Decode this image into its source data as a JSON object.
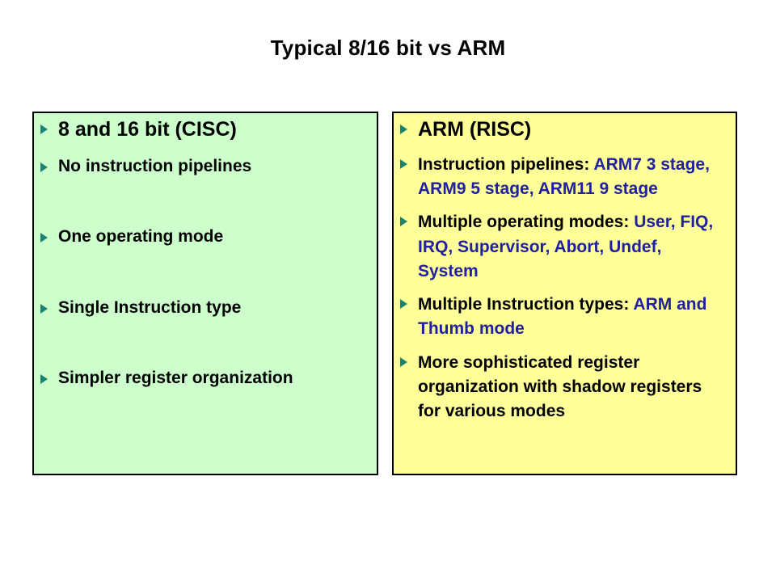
{
  "title": "Typical 8/16 bit vs ARM",
  "colors": {
    "left_panel_bg": "#ccffcc",
    "right_panel_bg": "#ffff99",
    "bullet_arrow": "#1e8270",
    "highlight_blue": "#2020a0",
    "panel_border": "#000000",
    "text": "#000000"
  },
  "bullet_icon": "triangle-right-icon",
  "left_panel": {
    "heading": "8 and 16 bit (CISC)",
    "items": [
      "No instruction pipelines",
      "One operating mode",
      "Single Instruction type",
      "Simpler register organization"
    ]
  },
  "right_panel": {
    "heading": "ARM (RISC)",
    "items": [
      {
        "segments": [
          {
            "text": "Instruction pipelines: ",
            "color": "black"
          },
          {
            "text": "ARM7 3 stage, ARM9 5 stage, ARM11 9 stage",
            "color": "blue"
          }
        ]
      },
      {
        "segments": [
          {
            "text": "Multiple operating modes: ",
            "color": "black"
          },
          {
            "text": "User, FIQ, IRQ, Supervisor, Abort, Undef, System",
            "color": "blue"
          }
        ]
      },
      {
        "segments": [
          {
            "text": "Multiple Instruction types: ",
            "color": "black"
          },
          {
            "text": "ARM and Thumb mode",
            "color": "blue"
          }
        ]
      },
      {
        "segments": [
          {
            "text": "More sophisticated register organization with shadow registers for various modes",
            "color": "black"
          }
        ]
      }
    ]
  }
}
